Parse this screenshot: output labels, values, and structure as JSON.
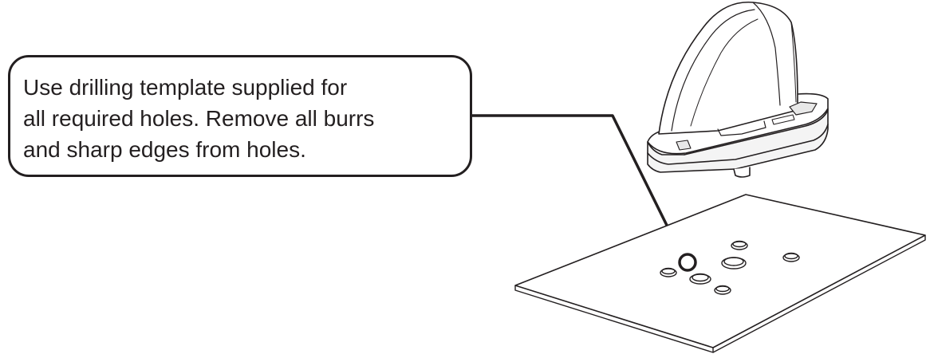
{
  "callout": {
    "lines": [
      "Use drilling template supplied for",
      "all required holes. Remove all burrs",
      "and sharp edges from holes."
    ]
  },
  "illustration": {
    "parts": [
      "antenna-unit",
      "mounting-surface",
      "drilling-holes"
    ],
    "colors": {
      "ink": "#231f20",
      "background": "#ffffff"
    }
  }
}
